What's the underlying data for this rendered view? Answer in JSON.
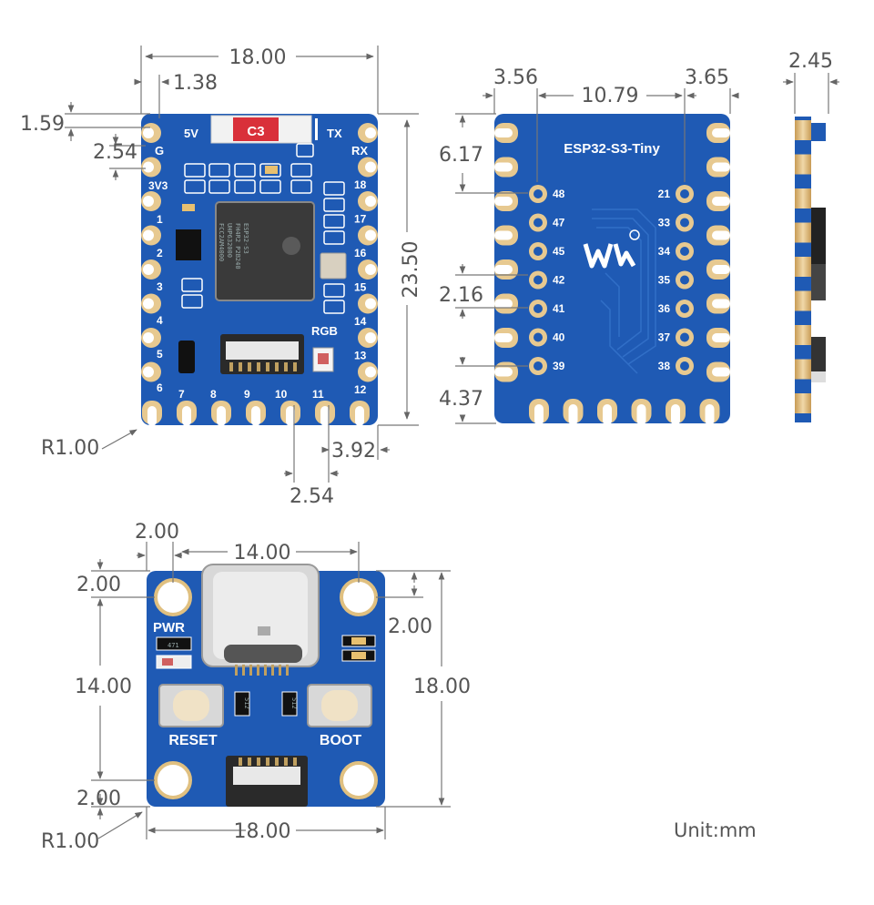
{
  "diagram": {
    "unit": "Unit:mm",
    "front_view": {
      "silk_5v": "5V",
      "silk_tx": "TX",
      "silk_rx": "RX",
      "silk_g": "G",
      "silk_3v3": "3V3",
      "silk_rgb": "RGB",
      "chip_marking": "C3",
      "module_text": [
        "ESP32-S3",
        "FH4R2 P2B240",
        "UHP632000",
        "FCC2AM4000"
      ],
      "left_pins": [
        "1",
        "2",
        "3",
        "4",
        "5",
        "6"
      ],
      "bottom_pins": [
        "7",
        "8",
        "9",
        "10",
        "11"
      ],
      "right_pins": [
        "18",
        "17",
        "16",
        "15",
        "14",
        "13",
        "12"
      ],
      "dimensions": {
        "width": "18.00",
        "offset_left": "1.38",
        "offset_top": "1.59",
        "pitch_left": "2.54",
        "height": "23.50",
        "corner_radius": "R1.00",
        "offset_bottom_right": "3.92",
        "pitch_bottom": "2.54"
      }
    },
    "back_view": {
      "title": "ESP32-S3-Tiny",
      "left_pins": [
        "48",
        "47",
        "45",
        "42",
        "41",
        "40",
        "39"
      ],
      "right_pins": [
        "21",
        "33",
        "34",
        "35",
        "36",
        "37",
        "38"
      ],
      "dimensions": {
        "left_offset": "3.56",
        "row_spacing": "10.79",
        "right_offset": "3.65",
        "top_offset": "6.17",
        "pitch": "2.16",
        "bottom_offset": "4.37"
      }
    },
    "side_view": {
      "thickness": "2.45"
    },
    "adapter_view": {
      "pwr_label": "PWR",
      "reset_label": "RESET",
      "boot_label": "BOOT",
      "resistor_1": "471",
      "resistor_2": "512",
      "resistor_3": "512",
      "dimensions": {
        "hole_offset_x": "2.00",
        "hole_spacing_x": "14.00",
        "hole_offset_y": "2.00",
        "right_hole_offset": "2.00",
        "hole_spacing_y": "14.00",
        "height": "18.00",
        "bottom_offset": "2.00",
        "width": "18.00",
        "corner_radius": "R1.00"
      }
    }
  }
}
